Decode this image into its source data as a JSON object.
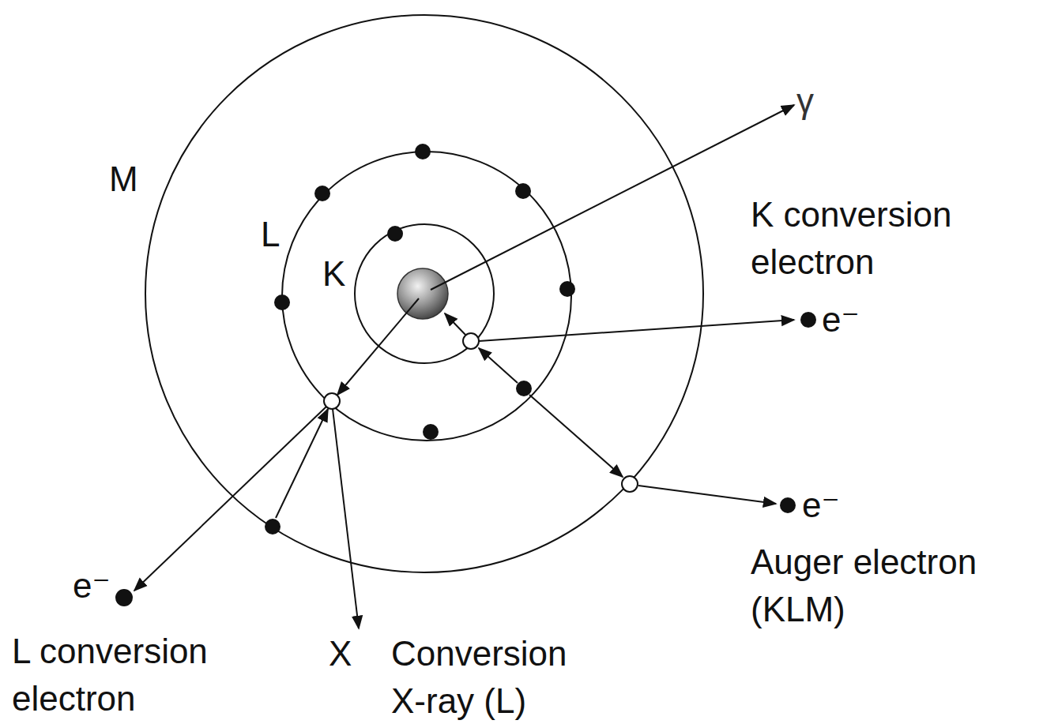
{
  "diagram": {
    "labels": [
      "M",
      "L",
      "K",
      "γ",
      "K conversion electron",
      "e⁻",
      "e⁻",
      "Auger electron (KLM)",
      "e⁻",
      "L conversion electron",
      "X",
      "Conversion X-ray (L)"
    ]
  }
}
